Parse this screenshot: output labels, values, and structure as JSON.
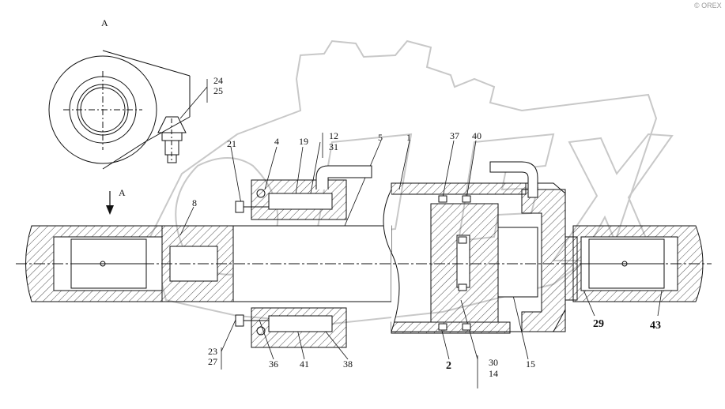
{
  "view_label": "A",
  "view_arrow_label": "A",
  "watermark_small": "© OREX",
  "callouts": {
    "c24": "24",
    "c25": "25",
    "c21": "21",
    "c4": "4",
    "c19": "19",
    "c12": "12",
    "c31": "31",
    "c5": "5",
    "c1": "1",
    "c37": "37",
    "c40": "40",
    "c8": "8",
    "c23": "23",
    "c27": "27",
    "c36": "36",
    "c41": "41",
    "c38": "38",
    "c2": "2",
    "c30": "30",
    "c14": "14",
    "c15": "15",
    "c29": "29",
    "c43": "43"
  },
  "colors": {
    "line": "#111111",
    "hatch": "#222222",
    "watermark": "#bdbdbd"
  }
}
